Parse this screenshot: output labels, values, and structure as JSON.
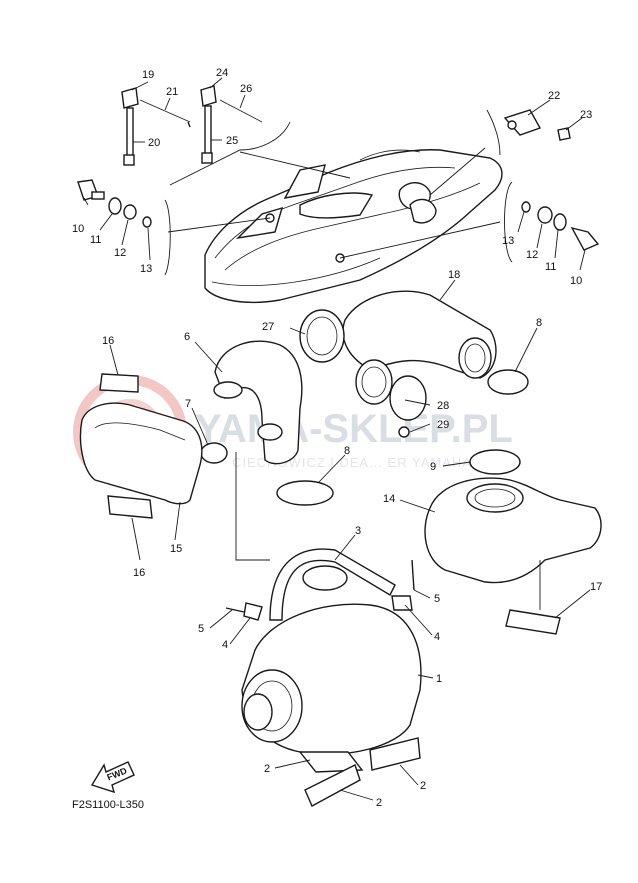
{
  "watermark": {
    "brand": "YAMA-SKLEP.PL",
    "tagline": "CIECHOWICZ | DEA... ER YAMAHA",
    "logo_color": "#f4c7c7"
  },
  "diagram_code": "F2S1100-L350",
  "fwd_label": "FWD",
  "callouts": {
    "p1": "1",
    "p2a": "2",
    "p2b": "2",
    "p2c": "2",
    "p3": "3",
    "p4a": "4",
    "p4b": "4",
    "p5a": "5",
    "p5b": "5",
    "p6": "6",
    "p7": "7",
    "p8a": "8",
    "p8b": "8",
    "p9": "9",
    "p10a": "10",
    "p10b": "10",
    "p11a": "11",
    "p11b": "11",
    "p12a": "12",
    "p12b": "12",
    "p13a": "13",
    "p13b": "13",
    "p14": "14",
    "p15": "15",
    "p16a": "16",
    "p16b": "16",
    "p17": "17",
    "p18": "18",
    "p19": "19",
    "p20": "20",
    "p21": "21",
    "p22": "22",
    "p23": "23",
    "p24": "24",
    "p25": "25",
    "p26": "26",
    "p27": "27",
    "p28": "28",
    "p29": "29"
  }
}
